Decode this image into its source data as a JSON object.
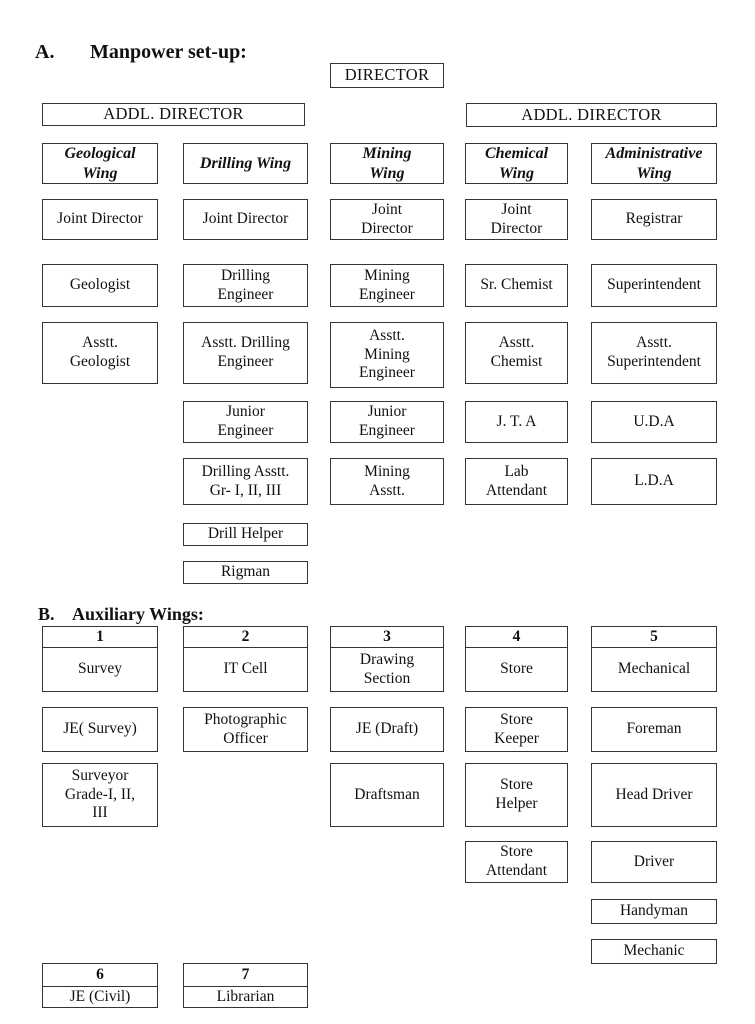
{
  "a": {
    "label": "A.",
    "title": "Manpower set-up:",
    "director": "DIRECTOR",
    "addl_left": "ADDL. DIRECTOR",
    "addl_right": "ADDL. DIRECTOR",
    "geo": {
      "header": "Geological\nWing",
      "joint_director": "Joint Director",
      "geologist": "Geologist",
      "asstt_geologist": "Asstt.\nGeologist"
    },
    "drill": {
      "header": "Drilling Wing",
      "joint_director": "Joint Director",
      "engineer": "Drilling\nEngineer",
      "asstt_engineer": "Asstt. Drilling\nEngineer",
      "junior_engineer": "Junior\nEngineer",
      "drilling_asstt": "Drilling Asstt.\nGr- I, II, III",
      "drill_helper": "Drill Helper",
      "rigman": "Rigman"
    },
    "mining": {
      "header": "Mining\nWing",
      "joint_director": "Joint\nDirector",
      "engineer": "Mining\nEngineer",
      "asstt_engineer": "Asstt.\nMining\nEngineer",
      "junior_engineer": "Junior\nEngineer",
      "mining_asstt": "Mining\nAsstt."
    },
    "chem": {
      "header": "Chemical\nWing",
      "joint_director": "Joint\nDirector",
      "sr_chemist": "Sr. Chemist",
      "asstt_chemist": "Asstt.\nChemist",
      "jta": "J. T. A",
      "lab_attendant": "Lab\nAttendant"
    },
    "admin": {
      "header": "Administrative\nWing",
      "registrar": "Registrar",
      "superintendent": "Superintendent",
      "asstt_superintendent": "Asstt.\nSuperintendent",
      "uda": "U.D.A",
      "lda": "L.D.A"
    }
  },
  "b": {
    "label": "B.",
    "title": "Auxiliary Wings:",
    "w1": {
      "num": "1",
      "name": "Survey",
      "r2": "JE( Survey)",
      "r3": "Surveyor\nGrade-I, II,\nIII"
    },
    "w2": {
      "num": "2",
      "name": "IT Cell",
      "r2": "Photographic\nOfficer"
    },
    "w3": {
      "num": "3",
      "name": "Drawing\nSection",
      "r2": "JE (Draft)",
      "r3": "Draftsman"
    },
    "w4": {
      "num": "4",
      "name": "Store",
      "r2": "Store\nKeeper",
      "r3": "Store\nHelper",
      "r4": "Store\nAttendant"
    },
    "w5": {
      "num": "5",
      "name": "Mechanical",
      "r2": "Foreman",
      "r3": "Head Driver",
      "r4": "Driver",
      "r5": "Handyman",
      "r6": "Mechanic"
    },
    "w6": {
      "num": "6",
      "name": "JE (Civil)"
    },
    "w7": {
      "num": "7",
      "name": "Librarian"
    }
  }
}
